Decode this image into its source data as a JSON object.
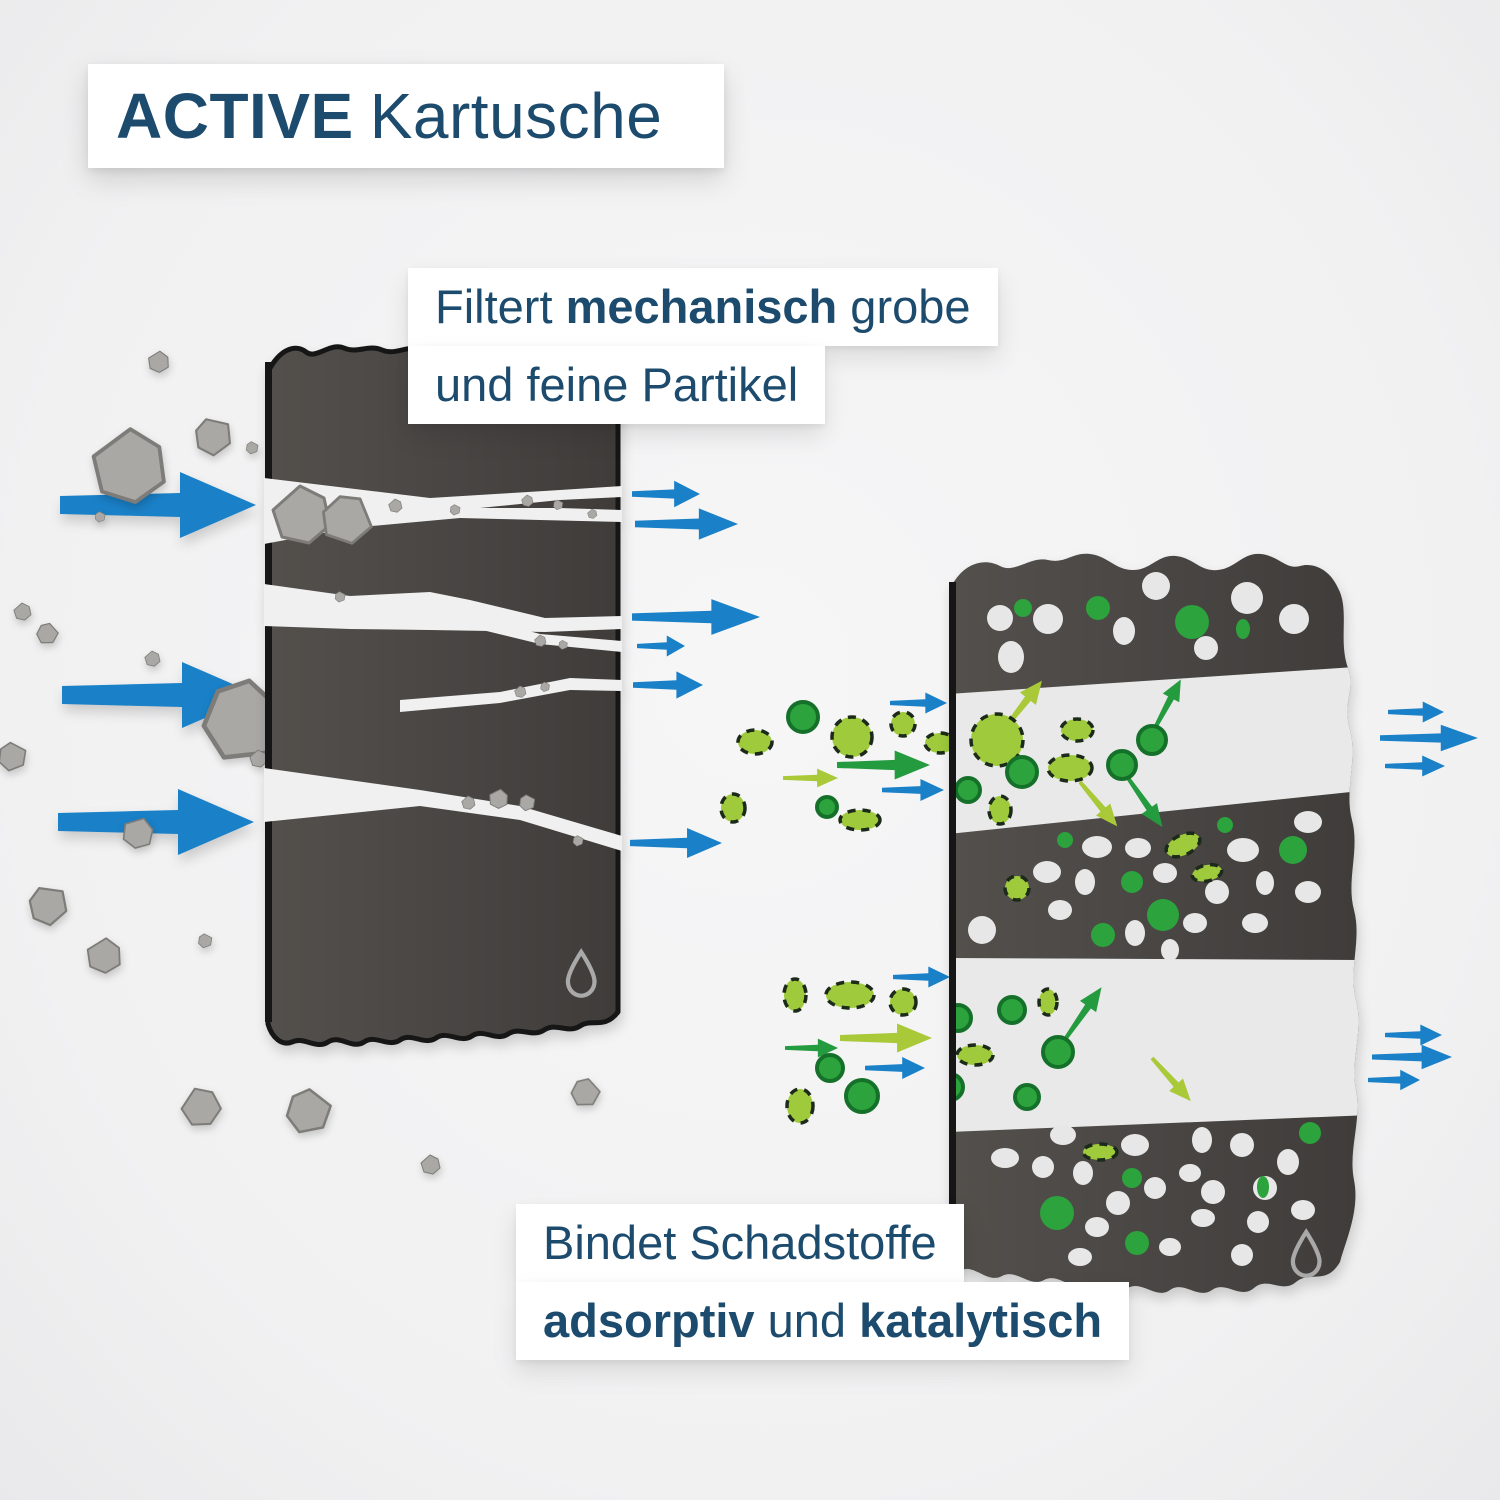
{
  "title": {
    "brand": "ACTIVE",
    "product": "Kartusche"
  },
  "labels": {
    "mechanical": {
      "line1_pre": "Filtert ",
      "line1_bold": "mechanisch",
      "line1_post": " grobe",
      "line2": "und feine Partikel"
    },
    "adsorptive": {
      "line1": "Bindet Schadstoffe",
      "line2_bold1": "adsorptiv",
      "line2_mid": " und ",
      "line2_bold2": "katalytisch"
    }
  },
  "icons": {
    "left_filter_watermark": "water-drop-icon",
    "right_filter_watermark": "water-drop-icon"
  },
  "colors": {
    "page_bg": "#f1f1f2",
    "card_bg": "#ffffff",
    "ink": "#1c4b6e",
    "arrow_blue": "#1a80c7",
    "arrow_green": "#259b3f",
    "arrow_lime": "#a9c939",
    "filter_dark_1": "#53504c",
    "filter_dark_2": "#3f3c3a",
    "filter_outline": "#161616",
    "channel_light": "#f0f0f0",
    "band_light": "#e9e9ea",
    "rock_fill": "#a9a8a5",
    "rock_stroke": "#7d7c79",
    "dot_white": "#e7e7e7",
    "green_fill": "#2ca33c",
    "green_stroke": "#15702a",
    "lime_fill": "#9eca3c",
    "dash_stroke": "#1c2a1a",
    "drop_icon": "#a9a9a9"
  }
}
